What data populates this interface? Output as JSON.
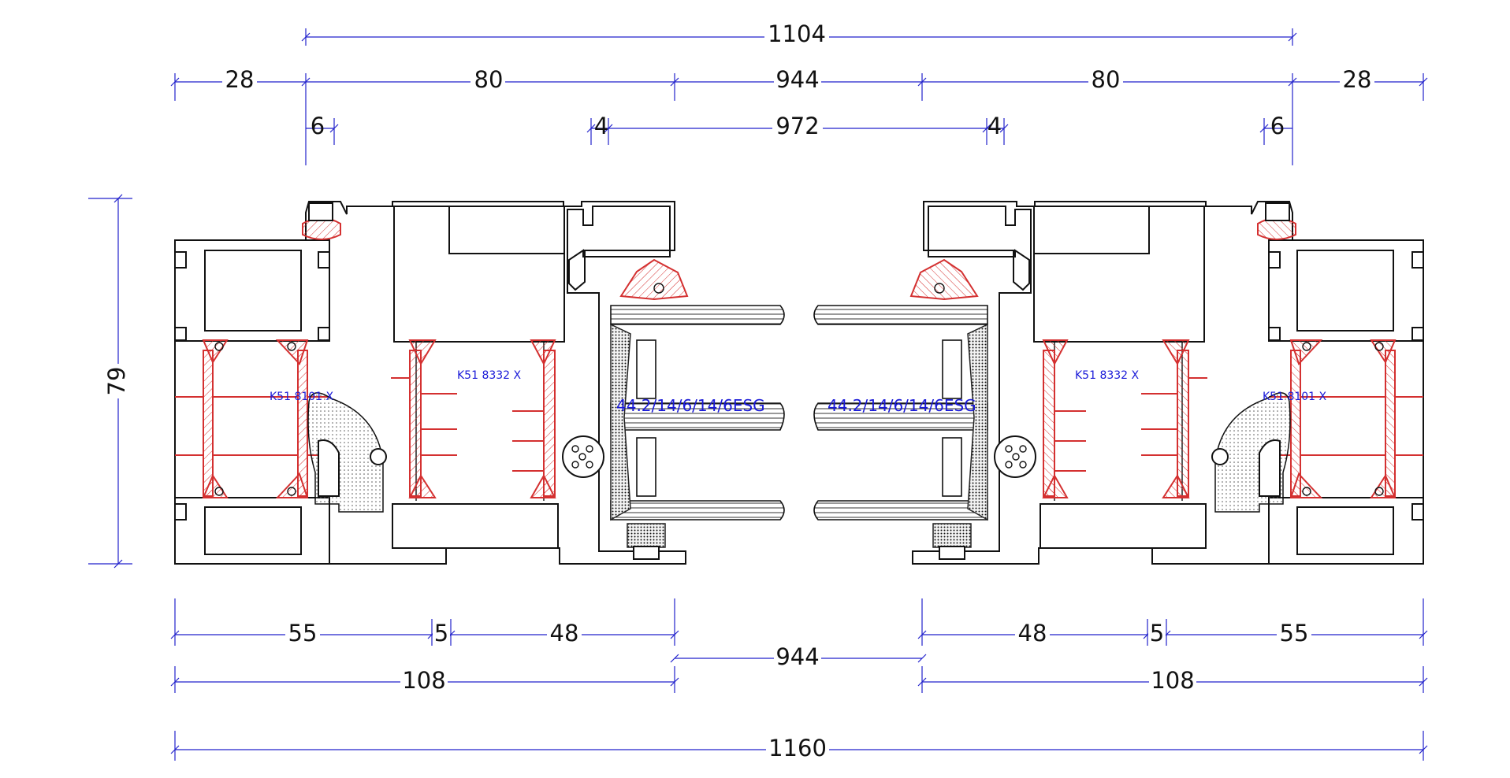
{
  "drawing": {
    "dims_top": {
      "overall_inner": "1104",
      "left_edge": "28",
      "left_frame": "80",
      "center_top": "944",
      "right_frame": "80",
      "right_edge": "28",
      "left_small": "6",
      "left_glass_gap": "4",
      "glass_span": "972",
      "right_glass_gap": "4",
      "right_small": "6"
    },
    "dims_bottom": {
      "left_outer": "55",
      "left_mid": "5",
      "left_inner": "48",
      "center": "944",
      "right_inner": "48",
      "right_mid": "5",
      "right_outer": "55",
      "left_total": "108",
      "right_total": "108",
      "overall": "1160"
    },
    "dim_height": "79",
    "profile_labels": {
      "left_outer": "K51 8101 X",
      "left_inner": "K51 8332 X",
      "right_inner": "K51 8332 X",
      "right_outer": "K51 8101 X"
    },
    "glass_labels": {
      "left": "44.2/14/6/14/6ESG",
      "right": "44.2/14/6/14/6ESG"
    }
  },
  "colors": {
    "dimension": "#2222cc",
    "thermal_break": "#d43030",
    "profile": "#111111",
    "label": "#1a1ad8"
  }
}
